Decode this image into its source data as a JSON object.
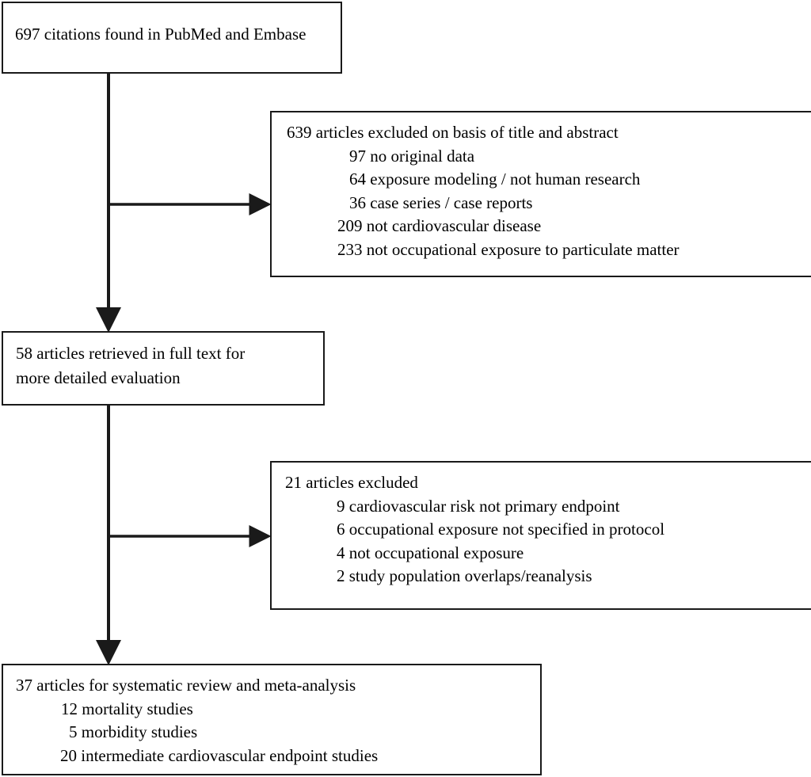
{
  "nodes": {
    "search": {
      "lines": [
        "697 citations found in PubMed and Embase"
      ]
    },
    "excluded_title_abstract": {
      "heading": "639 articles excluded on basis of title and abstract",
      "items": [
        "97 no original data",
        "64 exposure modeling / not human research",
        "36 case series / case reports",
        "209 not cardiovascular disease",
        "233 not occupational exposure to particulate matter"
      ]
    },
    "full_text": {
      "lines": [
        "58 articles retrieved in full text for",
        "more detailed evaluation"
      ]
    },
    "excluded_full_text": {
      "heading": "21 articles excluded",
      "items": [
        "9 cardiovascular risk not primary endpoint",
        "6 occupational exposure not specified in protocol",
        "4 not occupational exposure",
        "2 study population overlaps/reanalysis"
      ]
    },
    "included": {
      "heading": "37 articles for systematic review and meta-analysis",
      "items": [
        "12 mortality studies",
        "5 morbidity studies",
        "20 intermediate cardiovascular endpoint studies"
      ]
    }
  },
  "edges": [
    {
      "from": "search",
      "to": "full_text"
    },
    {
      "from": "search",
      "to": "excluded_title_abstract"
    },
    {
      "from": "full_text",
      "to": "included"
    },
    {
      "from": "full_text",
      "to": "excluded_full_text"
    }
  ],
  "colors": {
    "stroke": "#1a1a1a",
    "background": "#ffffff",
    "text": "#000000"
  }
}
